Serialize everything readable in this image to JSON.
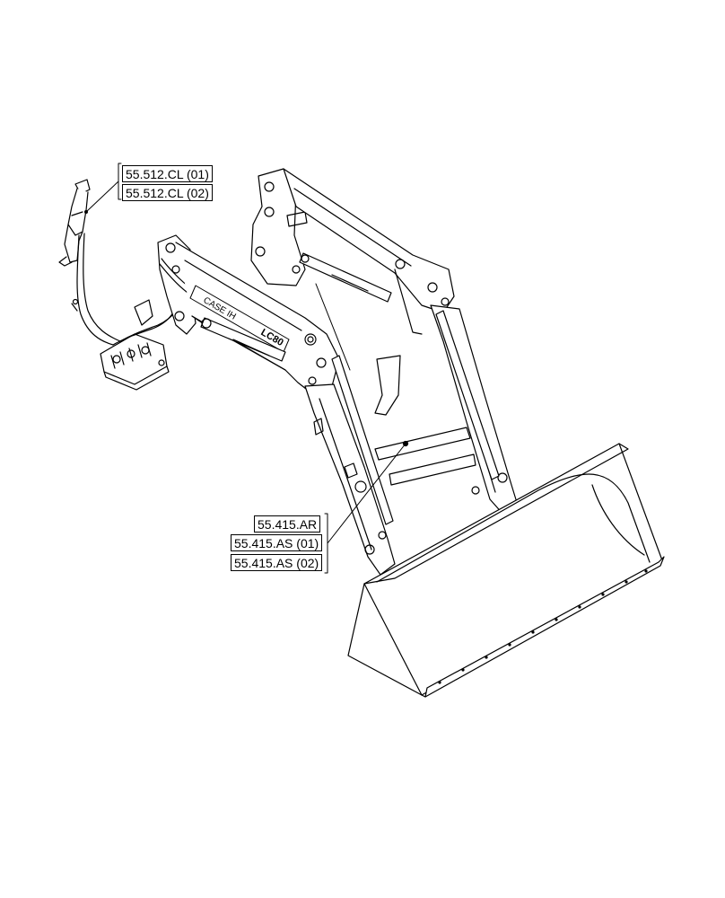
{
  "callouts": {
    "joystick": [
      {
        "ref": "55.512.CL (01)"
      },
      {
        "ref": "55.512.CL (02)"
      }
    ],
    "loader": [
      {
        "ref": "55.415.AR"
      },
      {
        "ref": "55.415.AS (01)"
      },
      {
        "ref": "55.415.AS (02)"
      }
    ]
  },
  "decals": {
    "brand": "CASE IH",
    "model": "LC80"
  }
}
